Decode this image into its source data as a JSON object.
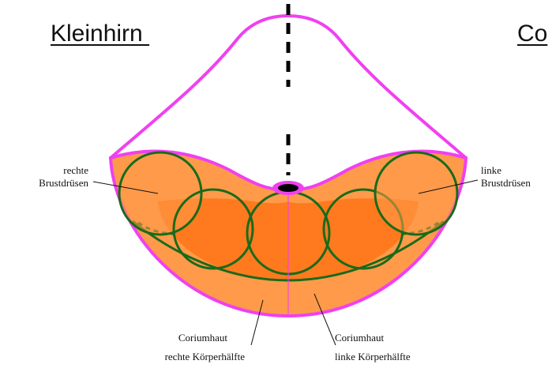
{
  "titles": {
    "left": "Kleinhirn ",
    "right": "Co"
  },
  "labels": {
    "right_breast": {
      "line1": "rechte",
      "line2": "Brustdrüsen"
    },
    "left_breast": {
      "line1": "linke",
      "line2": "Brustdrüsen"
    },
    "corium_right": {
      "line1": "Coriumhaut",
      "line2": "rechte Körperhälfte"
    },
    "corium_left": {
      "line1": "Coriumhaut",
      "line2": "linke Körperhälfte"
    }
  },
  "colors": {
    "outline": "#f040f0",
    "outer_fill": "#ff9a4a",
    "inner_fill": "#ff7a1e",
    "circle_stroke": "#1a6a1a",
    "midline": "#000000",
    "center_dot": "#000000"
  }
}
